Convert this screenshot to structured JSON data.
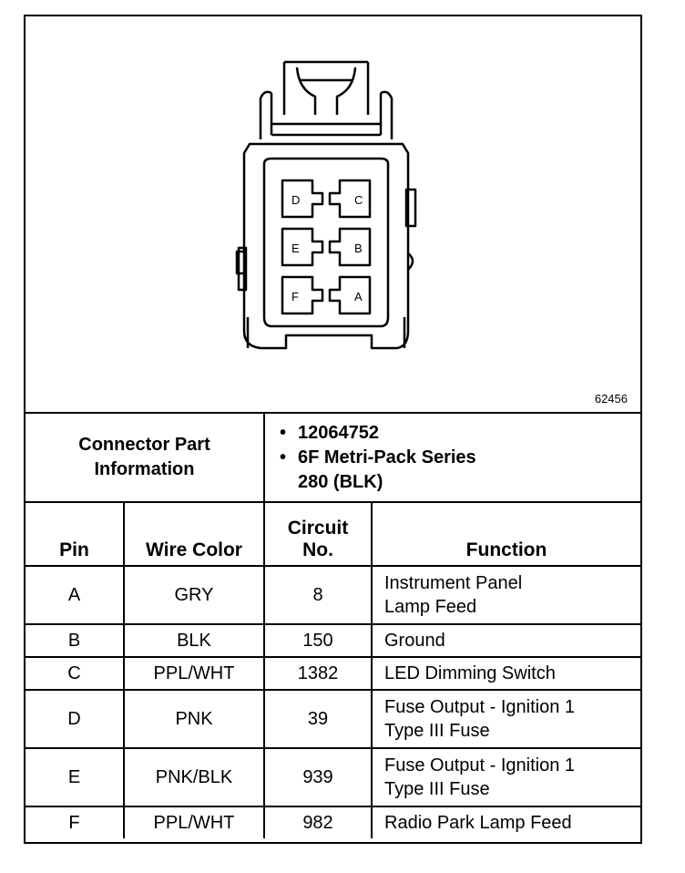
{
  "figure_id": "62456",
  "connector": {
    "pin_labels": [
      "A",
      "B",
      "C",
      "D",
      "E",
      "F"
    ]
  },
  "part_info": {
    "label_line1": "Connector Part",
    "label_line2": "Information",
    "items": [
      "12064752",
      "6F Metri-Pack Series",
      "280 (BLK)"
    ]
  },
  "table": {
    "headers": {
      "pin": "Pin",
      "wire_color": "Wire Color",
      "circuit_line1": "Circuit",
      "circuit_line2": "No.",
      "function": "Function"
    },
    "rows": [
      {
        "pin": "A",
        "wire": "GRY",
        "circuit": "8",
        "function_1": "Instrument Panel",
        "function_2": "Lamp Feed"
      },
      {
        "pin": "B",
        "wire": "BLK",
        "circuit": "150",
        "function_1": "Ground",
        "function_2": ""
      },
      {
        "pin": "C",
        "wire": "PPL/WHT",
        "circuit": "1382",
        "function_1": "LED Dimming Switch",
        "function_2": ""
      },
      {
        "pin": "D",
        "wire": "PNK",
        "circuit": "39",
        "function_1": "Fuse Output - Ignition 1",
        "function_2": "Type III Fuse"
      },
      {
        "pin": "E",
        "wire": "PNK/BLK",
        "circuit": "939",
        "function_1": "Fuse Output - Ignition 1",
        "function_2": "Type III Fuse"
      },
      {
        "pin": "F",
        "wire": "PPL/WHT",
        "circuit": "982",
        "function_1": "Radio Park Lamp Feed",
        "function_2": ""
      }
    ]
  }
}
